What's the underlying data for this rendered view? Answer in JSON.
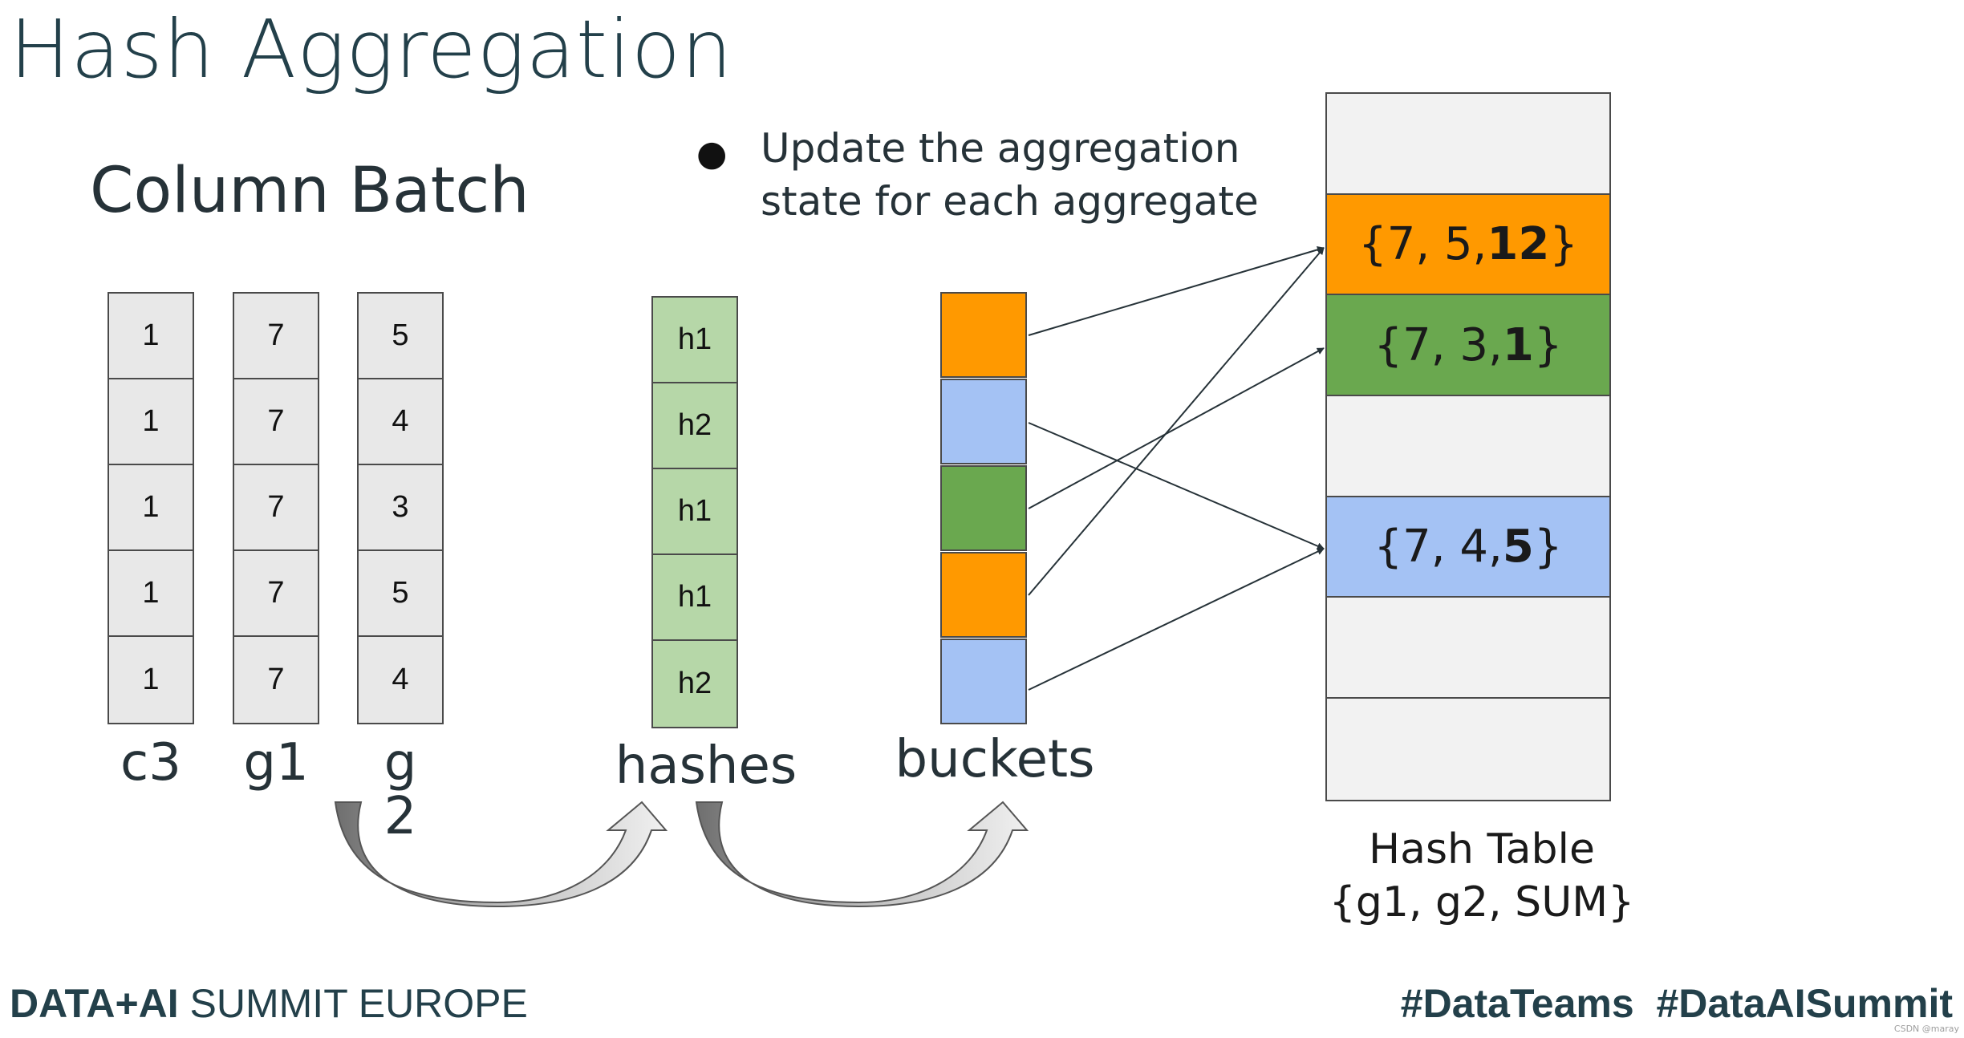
{
  "title": "Hash Aggregation",
  "subtitle": "Column Batch",
  "bullet": {
    "line1": "Update the aggregation",
    "line2": "state for each aggregate"
  },
  "columns": [
    {
      "label": "c3",
      "values": [
        "1",
        "1",
        "1",
        "1",
        "1"
      ]
    },
    {
      "label": "g1",
      "values": [
        "7",
        "7",
        "7",
        "7",
        "7"
      ]
    },
    {
      "label_line1": "g",
      "label_line2": "2",
      "values": [
        "5",
        "4",
        "3",
        "5",
        "4"
      ]
    }
  ],
  "hashes": {
    "label": "hashes",
    "values": [
      "h1",
      "h2",
      "h1",
      "h1",
      "h2"
    ]
  },
  "buckets": {
    "label": "buckets",
    "colors": [
      "#ff9900",
      "#a4c2f4",
      "#6aa84f",
      "#ff9900",
      "#a4c2f4"
    ]
  },
  "hash_table": {
    "rows": [
      {
        "prefix": "",
        "bold": "",
        "suffix": "",
        "color": "#f2f2f2"
      },
      {
        "prefix": "{7, 5, ",
        "bold": "12",
        "suffix": "}",
        "color": "#ff9900"
      },
      {
        "prefix": "{7, 3, ",
        "bold": "1",
        "suffix": "}",
        "color": "#6aa84f"
      },
      {
        "prefix": "",
        "bold": "",
        "suffix": "",
        "color": "#f2f2f2"
      },
      {
        "prefix": "{7, 4, ",
        "bold": "5",
        "suffix": "}",
        "color": "#a4c2f4"
      },
      {
        "prefix": "",
        "bold": "",
        "suffix": "",
        "color": "#f2f2f2"
      },
      {
        "prefix": "",
        "bold": "",
        "suffix": "",
        "color": "#f2f2f2"
      }
    ],
    "caption_line1": "Hash Table",
    "caption_line2": "{g1, g2, SUM}"
  },
  "footer": {
    "brand_bold": "DATA+AI",
    "brand_rest": " SUMMIT EUROPE",
    "hashtags": "#DataTeams  #DataAISummit"
  },
  "watermark": "CSDN @maray"
}
